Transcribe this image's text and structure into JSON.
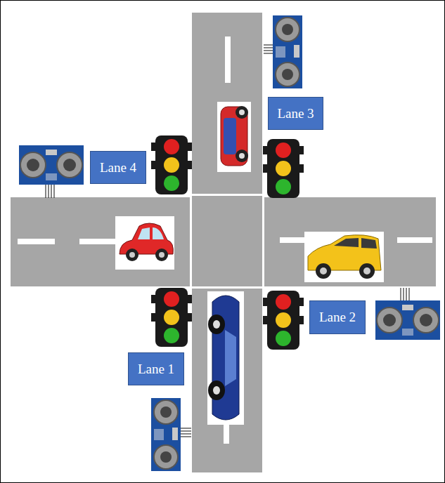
{
  "diagram": {
    "nodes": [
      {
        "text": [
          "Lane 3"
        ]
      },
      {
        "text": [
          "Lane 4"
        ]
      },
      {
        "text": [
          "Lane 2"
        ]
      },
      {
        "text": [
          "Lane 1"
        ]
      }
    ]
  }
}
